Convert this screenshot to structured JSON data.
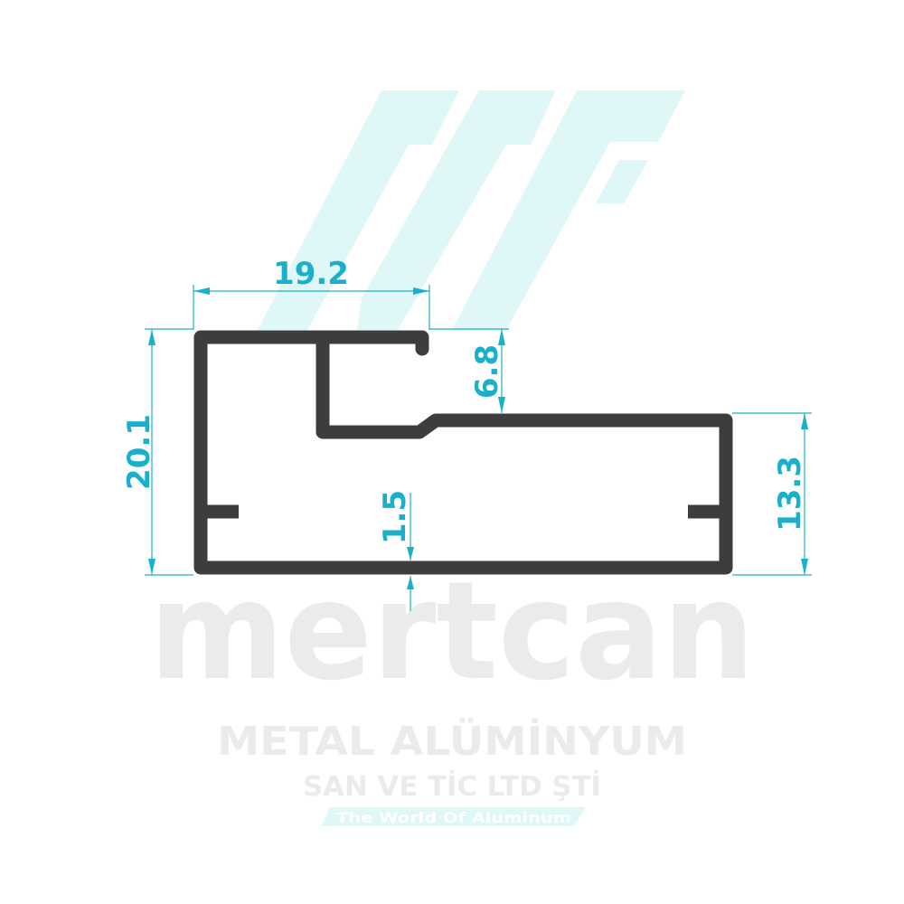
{
  "colors": {
    "profile": "#3d3d3d",
    "dimension": "#1ab0cc",
    "watermark_logo": "#e0f7f8",
    "watermark_text": "#ebebeb"
  },
  "dimensions": {
    "top_width": "19.2",
    "total_height": "20.1",
    "slot_depth": "6.8",
    "right_height": "13.3",
    "wall_thickness": "1.5"
  },
  "watermark": {
    "brand": "mertcan",
    "line1": "METAL ALÜMİNYUM",
    "line2": "SAN VE TİC LTD ŞTİ",
    "tagline": "The World Of Aluminum"
  }
}
